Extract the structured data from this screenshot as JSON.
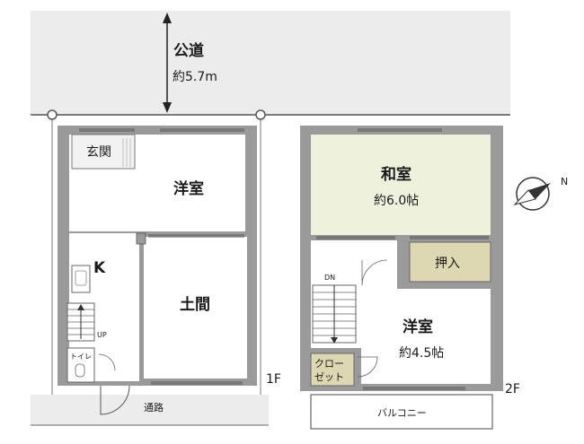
{
  "road": {
    "label": "公道",
    "width": "約5.7m"
  },
  "passage": "通路",
  "floor1": {
    "level": "1F",
    "entrance": "玄関",
    "western_room": "洋室",
    "kitchen": "K",
    "doma": "土間",
    "stair_up": "UP",
    "toilet": "トイレ"
  },
  "floor2": {
    "level": "2F",
    "japanese_room": "和室",
    "japanese_room_size": "約6.0帖",
    "oshiire": "押入",
    "stair_down": "DN",
    "western_room": "洋室",
    "western_room_size": "約4.5帖",
    "closet_line1": "クロー",
    "closet_line2": "ゼット",
    "balcony": "バルコニー"
  },
  "compass": {
    "north": "N"
  },
  "colors": {
    "road": "#ececec",
    "wall": "#9a9a9a",
    "room": "#ffffff",
    "japanese_room": "#eef1dc",
    "storage": "#ddd7b2",
    "kitchen_floor": "#f3f3f3"
  }
}
